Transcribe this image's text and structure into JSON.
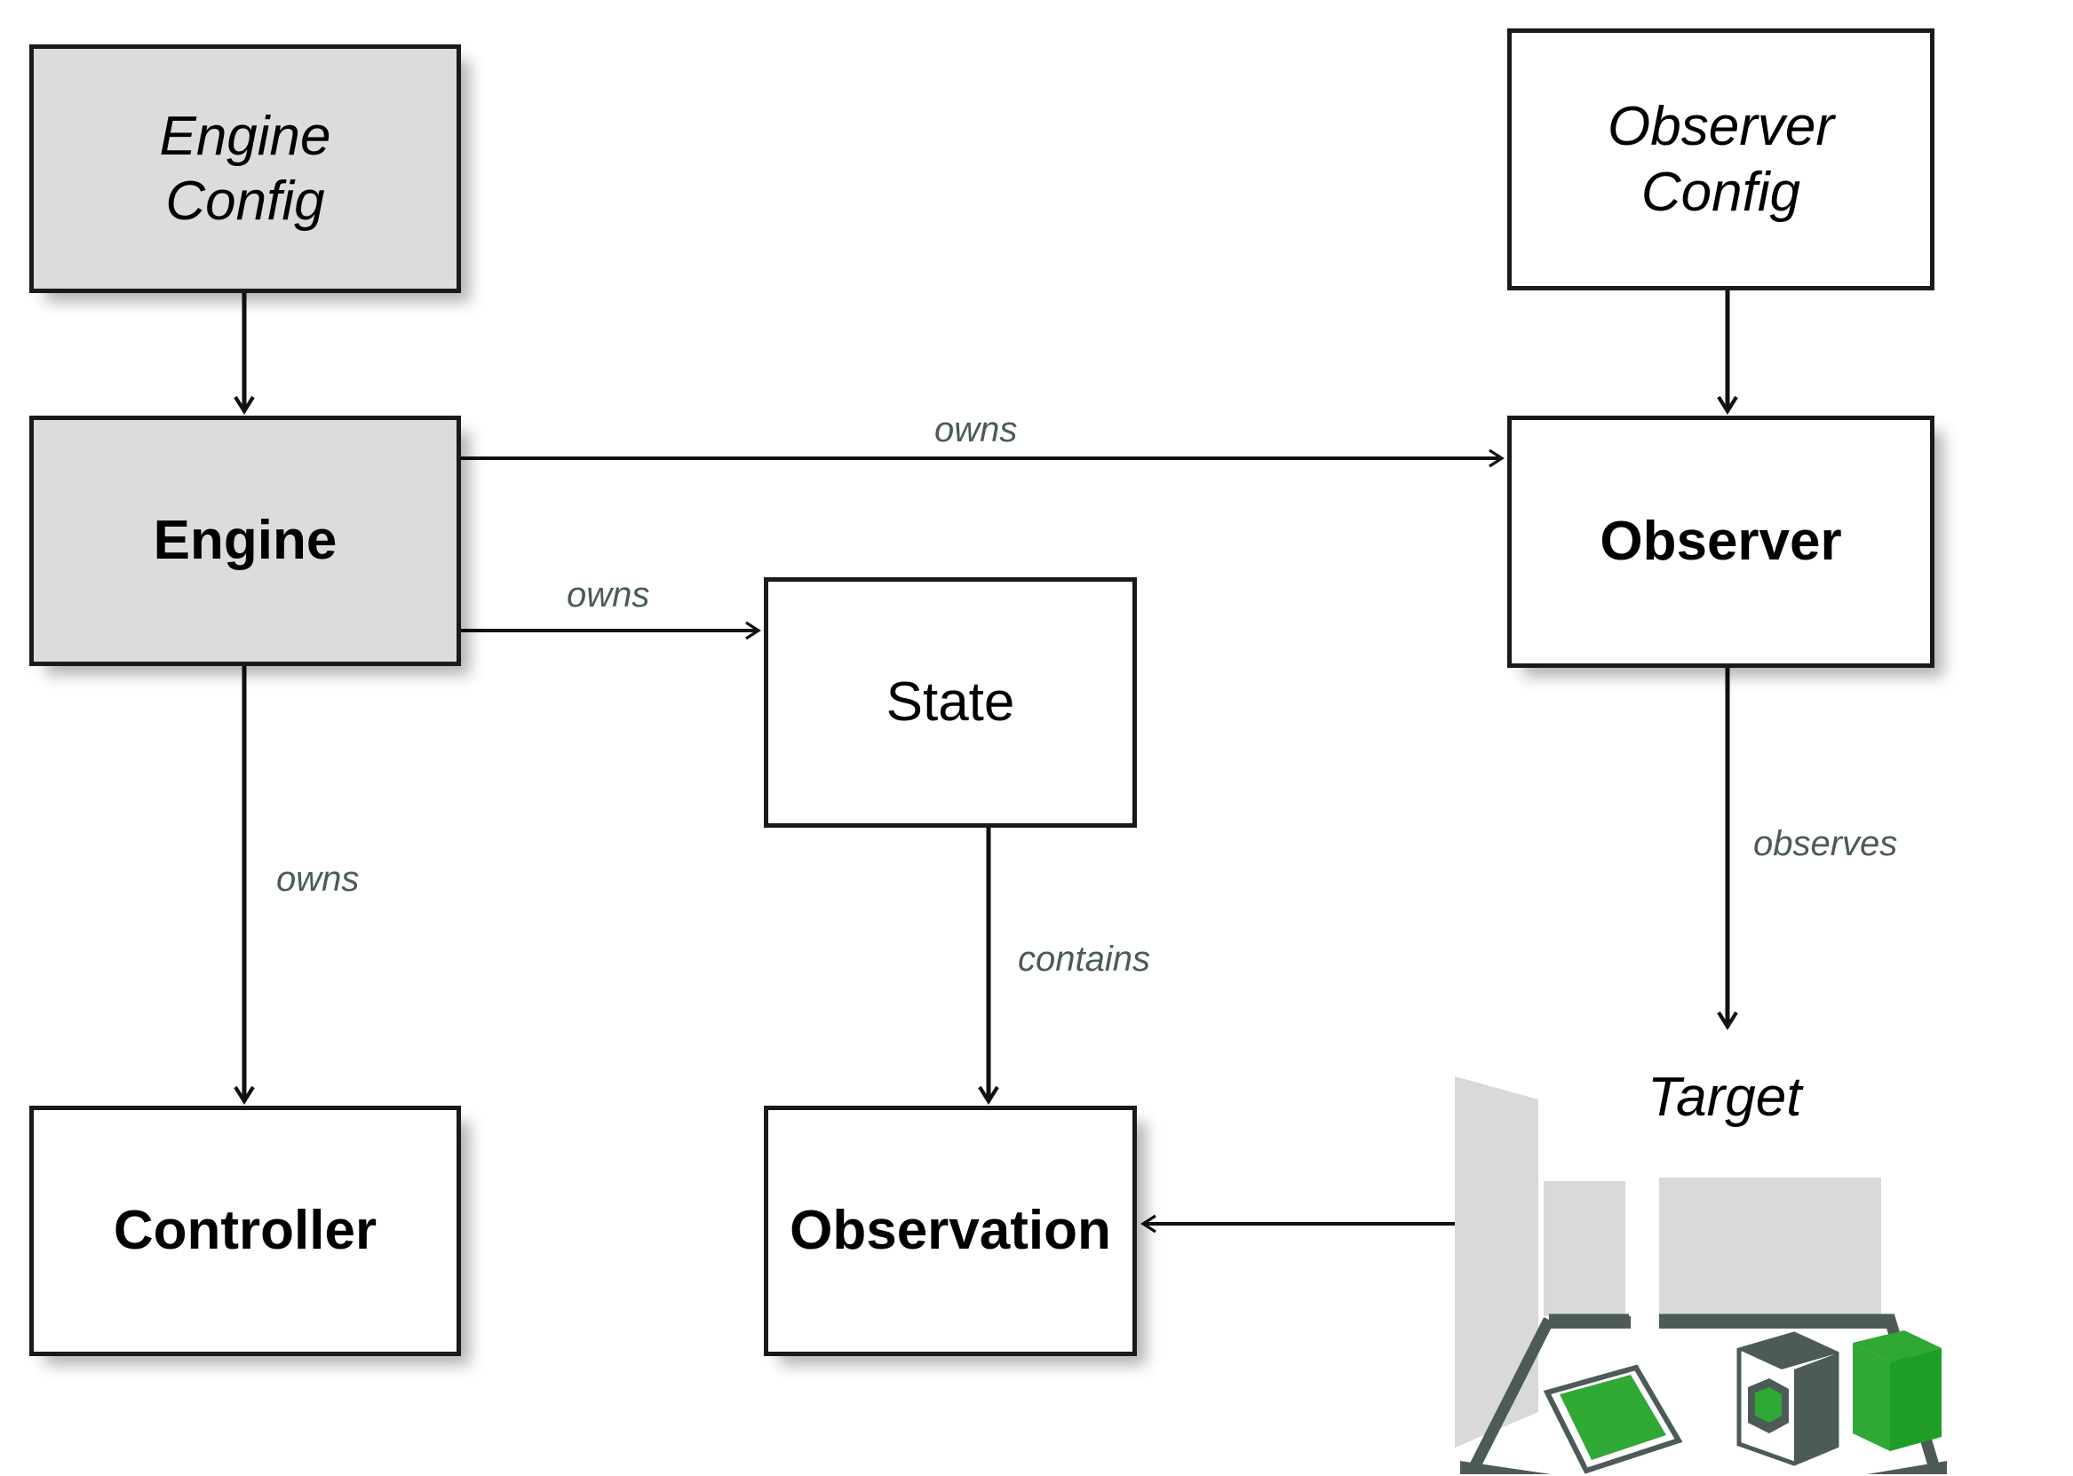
{
  "diagram": {
    "title": "Engine / Observer architecture diagram",
    "background": "#ffffff",
    "colors": {
      "shaded_fill": "#dcdcdc",
      "plain_fill": "#ffffff",
      "stroke": "#1a1a1a",
      "edge_label": "#4b5a5a",
      "accent_green": "#2fa834",
      "accent_green_dark": "#1f9e27",
      "icon_gray": "#d9d9d9",
      "icon_dark": "#4c5a58"
    },
    "nodes": [
      {
        "id": "engine-config",
        "label": "Engine\nConfig",
        "style": "italic",
        "fill": "shaded",
        "shadow": true
      },
      {
        "id": "engine",
        "label": "Engine",
        "style": "bold",
        "fill": "shaded",
        "shadow": true
      },
      {
        "id": "controller",
        "label": "Controller",
        "style": "bold",
        "fill": "plain",
        "shadow": true
      },
      {
        "id": "state",
        "label": "State",
        "style": "regular",
        "fill": "plain",
        "shadow": false
      },
      {
        "id": "observation",
        "label": "Observation",
        "style": "bold",
        "fill": "plain",
        "shadow": true
      },
      {
        "id": "observer-config",
        "label": "Observer\nConfig",
        "style": "italic",
        "fill": "plain",
        "shadow": false
      },
      {
        "id": "observer",
        "label": "Observer",
        "style": "bold",
        "fill": "plain",
        "shadow": true
      }
    ],
    "edges": [
      {
        "id": "engine-config-to-engine",
        "from": "engine-config",
        "to": "engine",
        "label": ""
      },
      {
        "id": "engine-to-observer",
        "from": "engine",
        "to": "observer",
        "label": "owns"
      },
      {
        "id": "engine-to-state",
        "from": "engine",
        "to": "state",
        "label": "owns"
      },
      {
        "id": "engine-to-controller",
        "from": "engine",
        "to": "controller",
        "label": "owns"
      },
      {
        "id": "state-to-observation",
        "from": "state",
        "to": "observation",
        "label": "contains"
      },
      {
        "id": "observer-config-to-observer",
        "from": "observer-config",
        "to": "observer",
        "label": ""
      },
      {
        "id": "observer-to-target",
        "from": "observer",
        "to": "target",
        "label": "observes"
      },
      {
        "id": "target-to-observation",
        "from": "target",
        "to": "observation",
        "label": ""
      }
    ],
    "target": {
      "caption": "Target"
    }
  }
}
